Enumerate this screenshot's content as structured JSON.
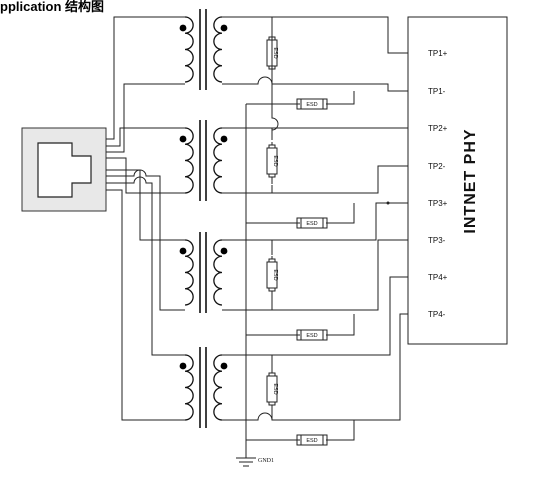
{
  "header": {
    "text": "pplication 结构图"
  },
  "phy": {
    "title": "INTNET PHY"
  },
  "pins": [
    "TP1+",
    "TP1-",
    "TP2+",
    "TP2-",
    "TP3+",
    "TP3-",
    "TP4+",
    "TP4-"
  ],
  "esd_label": "ESD",
  "gnd_label": "GND1"
}
